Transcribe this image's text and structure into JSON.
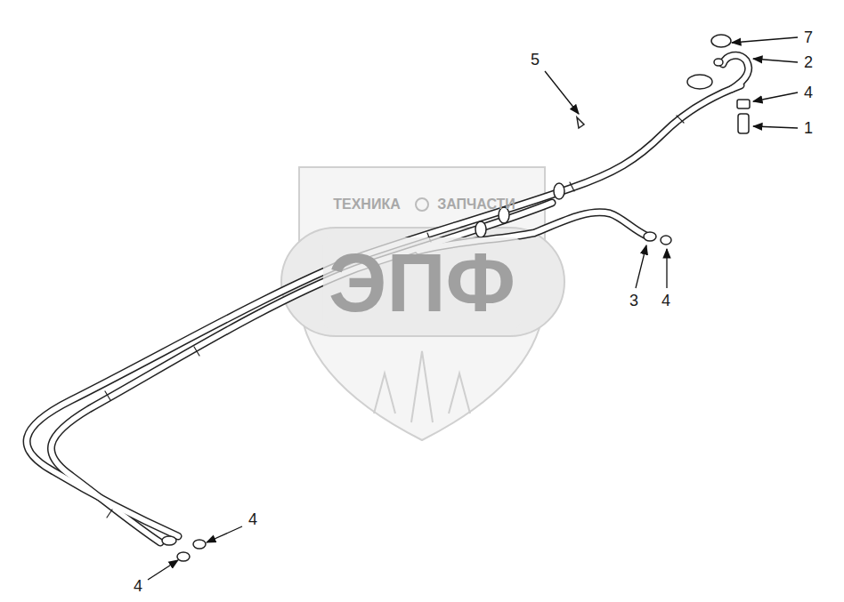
{
  "diagram": {
    "labels": [
      "7",
      "2",
      "4",
      "1",
      "5",
      "3",
      "4",
      "4",
      "4",
      "ТЕХНИКА",
      "ЗАПЧАСТИ",
      "ЭПФ"
    ]
  }
}
